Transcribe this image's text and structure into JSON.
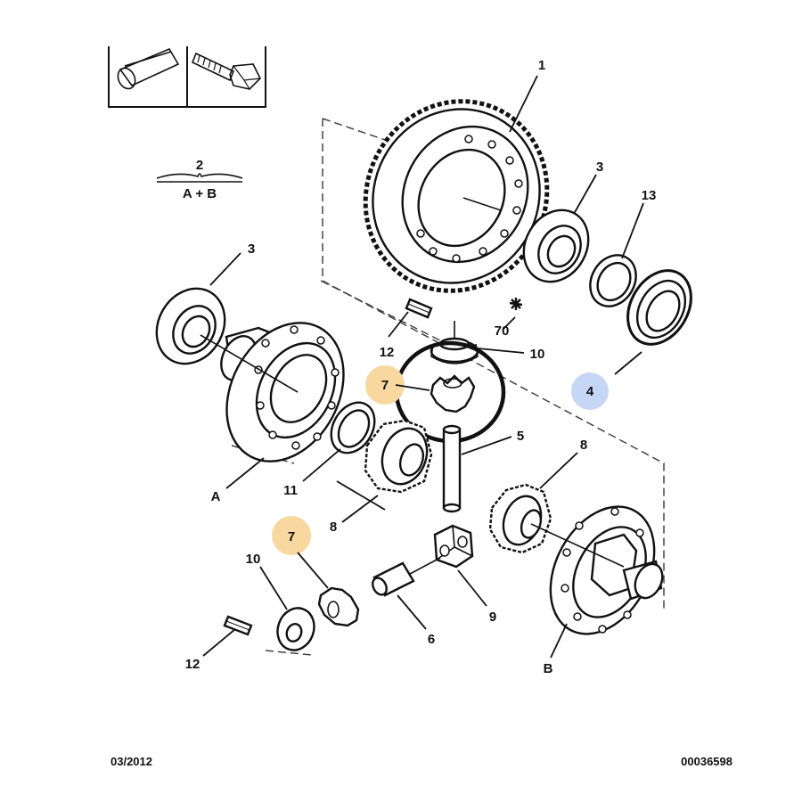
{
  "labels": {
    "l1": "1",
    "l2": "2",
    "l2_sub": "A + B",
    "l3a": "3",
    "l3b": "3",
    "l4": "4",
    "l5": "5",
    "l6": "6",
    "l7a": "7",
    "l7b": "7",
    "l8a": "8",
    "l8b": "8",
    "l9": "9",
    "l10a": "10",
    "l10b": "10",
    "l11": "11",
    "l12a": "12",
    "l12b": "12",
    "l13": "13",
    "l70": "70",
    "lA": "A",
    "lB": "B"
  },
  "footer": {
    "date": "03/2012",
    "ref": "00036598"
  },
  "colors": {
    "highlight_orange": "#f9d8a0",
    "highlight_blue": "#c6d6f5",
    "line": "#111111"
  },
  "icons": [
    "key-pin-icon",
    "bolt-icon",
    "star-marker-icon"
  ]
}
